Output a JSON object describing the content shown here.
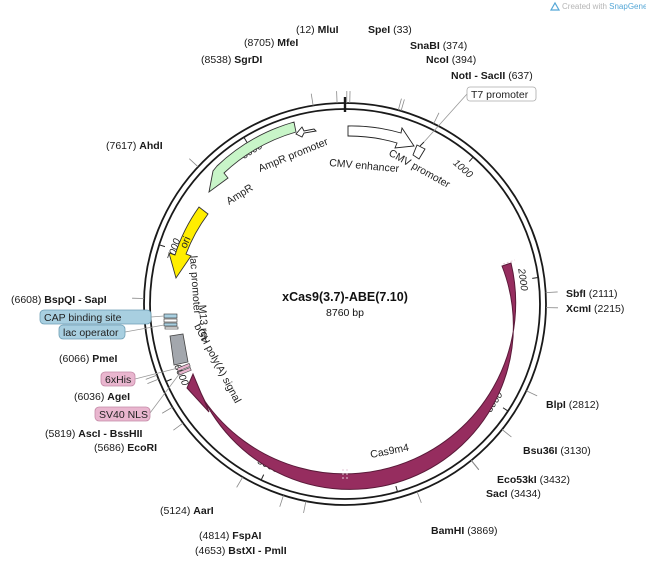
{
  "plasmid": {
    "name": "xCas9(3.7)-ABE(7.10)",
    "size_label": "8760 bp",
    "length": 8760
  },
  "credit": {
    "prefix": "Created with ",
    "brand": "SnapGene",
    "suffix": "®"
  },
  "ticks": [
    {
      "pos": 1000,
      "label": "1000"
    },
    {
      "pos": 2000,
      "label": "2000"
    },
    {
      "pos": 3000,
      "label": "3000"
    },
    {
      "pos": 4000,
      "label": "4000"
    },
    {
      "pos": 5000,
      "label": "5000"
    },
    {
      "pos": 6000,
      "label": "6000"
    },
    {
      "pos": 7000,
      "label": "7000"
    },
    {
      "pos": 8000,
      "label": "8000"
    }
  ],
  "sites": [
    {
      "name": "MluI",
      "pos_label": "(12)",
      "pos": 12
    },
    {
      "name": "SpeI",
      "pos_label": "(33)",
      "pos": 33
    },
    {
      "name": "SnaBI",
      "pos_label": "(374)",
      "pos": 374
    },
    {
      "name": "NcoI",
      "pos_label": "(394)",
      "pos": 394
    },
    {
      "name": "NotI - SacII",
      "pos_label": "(637)",
      "pos": 637
    },
    {
      "name": "SbfI",
      "pos_label": "(2111)",
      "pos": 2111
    },
    {
      "name": "XcmI",
      "pos_label": "(2215)",
      "pos": 2215
    },
    {
      "name": "BlpI",
      "pos_label": "(2812)",
      "pos": 2812
    },
    {
      "name": "Bsu36I",
      "pos_label": "(3130)",
      "pos": 3130
    },
    {
      "name": "Eco53kI",
      "pos_label": "(3432)",
      "pos": 3432
    },
    {
      "name": "SacI",
      "pos_label": "(3434)",
      "pos": 3434
    },
    {
      "name": "BamHI",
      "pos_label": "(3869)",
      "pos": 3869
    },
    {
      "name": "BstXI - PmlI",
      "pos_label": "(4653)",
      "pos": 4653
    },
    {
      "name": "FspAI",
      "pos_label": "(4814)",
      "pos": 4814
    },
    {
      "name": "AarI",
      "pos_label": "(5124)",
      "pos": 5124
    },
    {
      "name": "EcoRI",
      "pos_label": "(5686)",
      "pos": 5686
    },
    {
      "name": "AscI - BssHII",
      "pos_label": "(5819)",
      "pos": 5819
    },
    {
      "name": "AgeI",
      "pos_label": "(6036)",
      "pos": 6036
    },
    {
      "name": "PmeI",
      "pos_label": "(6066)",
      "pos": 6066
    },
    {
      "name": "BspQI - SapI",
      "pos_label": "(6608)",
      "pos": 6608
    },
    {
      "name": "AhdI",
      "pos_label": "(7617)",
      "pos": 7617
    },
    {
      "name": "SgrDI",
      "pos_label": "(8538)",
      "pos": 8538
    },
    {
      "name": "MfeI",
      "pos_label": "(8705)",
      "pos": 8705
    }
  ],
  "features": [
    {
      "name": "CMV enhancer",
      "color": "#ffffff"
    },
    {
      "name": "CMV promoter",
      "color": "#ffffff"
    },
    {
      "name": "T7 promoter",
      "color": "#ffffff"
    },
    {
      "name": "Cas9m4",
      "color": "#962d5f"
    },
    {
      "name": "bGH poly(A) signal",
      "color": "#a3a7ad"
    },
    {
      "name": "SV40 NLS",
      "color": "#e9b6cf"
    },
    {
      "name": "6xHis",
      "color": "#e9b6cf"
    },
    {
      "name": "M13 rev",
      "color": "#ffffff"
    },
    {
      "name": "lac operator",
      "color": "#a8cfe0"
    },
    {
      "name": "lac promoter",
      "color": "#ffffff"
    },
    {
      "name": "CAP binding site",
      "color": "#a8cfe0"
    },
    {
      "name": "ori",
      "color": "#ffee00"
    },
    {
      "name": "AmpR",
      "color": "#c8f5c8"
    },
    {
      "name": "AmpR promoter",
      "color": "#ffffff"
    }
  ]
}
